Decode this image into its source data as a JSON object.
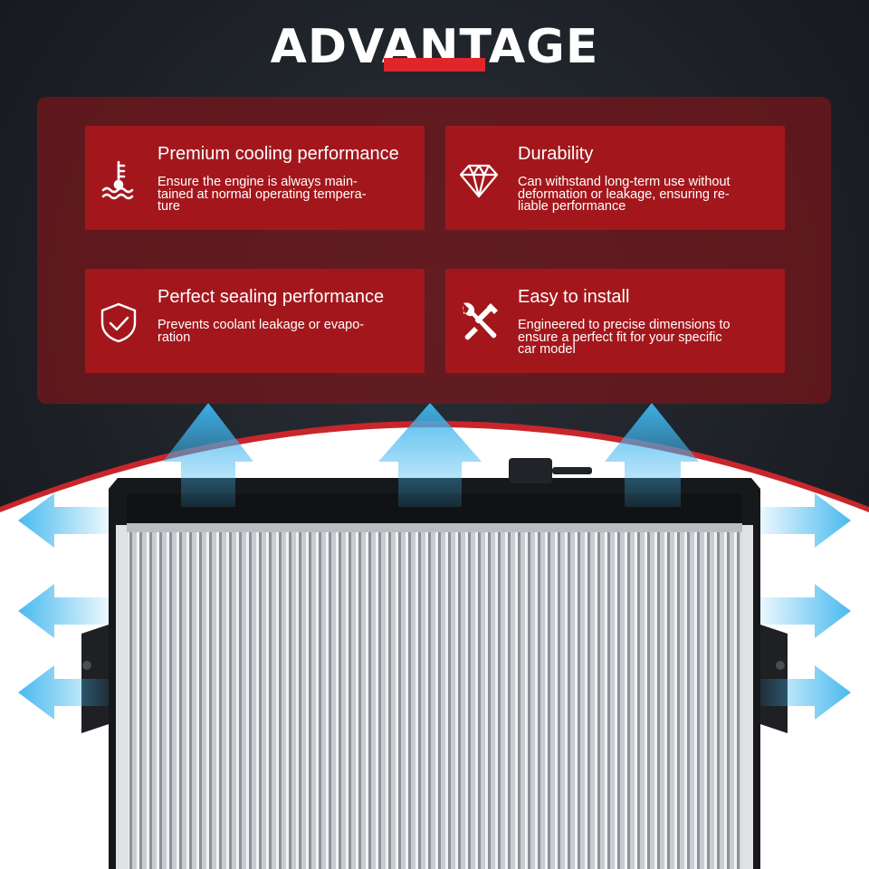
{
  "header": {
    "title": "ADVANTAGE",
    "accent_color": "#e0262a"
  },
  "features": [
    {
      "title": "Premium cooling performance",
      "description": "Ensure the engine is always main-\ntained at normal operating tempera-\nture",
      "icon": "coolant-temperature-icon"
    },
    {
      "title": "Durability",
      "description": "Can withstand long-term use without\ndeformation or leakage, ensuring re-\nliable performance",
      "icon": "diamond-icon"
    },
    {
      "title": "Perfect sealing performance",
      "description": "Prevents coolant leakage or evapo-\nration",
      "icon": "shield-check-icon"
    },
    {
      "title": "Easy to install",
      "description": "Engineered to precise dimensions to\nensure a perfect fit for your specific\ncar model",
      "icon": "wrench-screwdriver-icon"
    }
  ],
  "colors": {
    "card": "#a3171c",
    "panel": "#78161a",
    "background": "#1a1e24",
    "airflow": "#3fb6ee"
  }
}
